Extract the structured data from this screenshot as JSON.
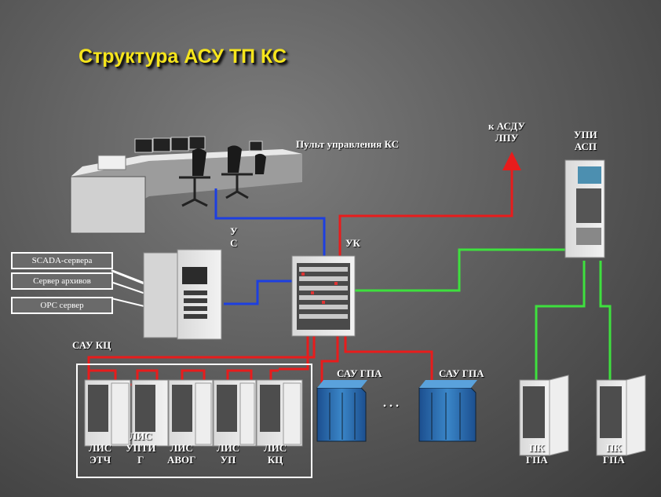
{
  "title": "Структура АСУ ТП КС",
  "labels": {
    "console": "Пульт  управления КС",
    "to_asdu_1": "к АСДУ",
    "to_asdu_2": "ЛПУ",
    "upi_1": "УПИ",
    "upi_2": "АСП",
    "us_1": "У",
    "us_2": "С",
    "uk": "УК",
    "sau_kc": "САУ КЦ",
    "sau_gpa_1": "САУ ГПА",
    "sau_gpa_2": "САУ ГПА",
    "dots": ". . .",
    "pk_gpa_1": {
      "line1": "ПК",
      "line2": "ГПА"
    },
    "pk_gpa_2": {
      "line1": "ПК",
      "line2": "ГПА"
    }
  },
  "server_boxes": [
    "SCADA-сервера",
    "Сервер архивов",
    "ОРС сервер"
  ],
  "lis": [
    {
      "line1": "ЛИС",
      "line2": "ЭТЧ"
    },
    {
      "line1": "ЛИС",
      "line2": "УПТИ",
      "line3": "Г"
    },
    {
      "line1": "ЛИС",
      "line2": "АВОГ"
    },
    {
      "line1": "ЛИС",
      "line2": "УП"
    },
    {
      "line1": "ЛИС",
      "line2": "КЦ"
    }
  ],
  "colors": {
    "title": "#f6e51c",
    "red_link": "#e81c1c",
    "blue_link": "#1d3fe0",
    "green_link": "#3ee03e",
    "border": "#ffffff"
  }
}
